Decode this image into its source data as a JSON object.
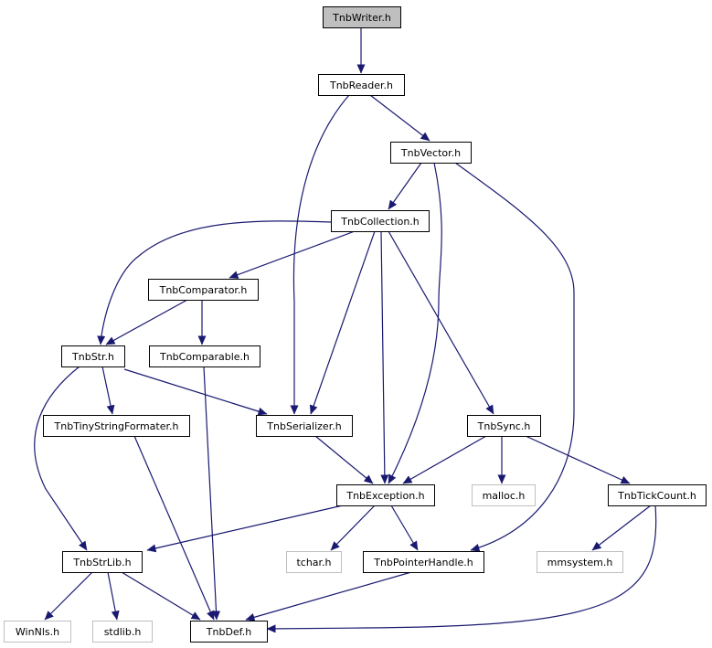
{
  "diagram": {
    "nodes": {
      "writer": {
        "label": "TnbWriter.h",
        "kind": "root"
      },
      "reader": {
        "label": "TnbReader.h",
        "kind": "local"
      },
      "vector": {
        "label": "TnbVector.h",
        "kind": "local"
      },
      "collection": {
        "label": "TnbCollection.h",
        "kind": "local"
      },
      "comparator": {
        "label": "TnbComparator.h",
        "kind": "local"
      },
      "str": {
        "label": "TnbStr.h",
        "kind": "local"
      },
      "comparable": {
        "label": "TnbComparable.h",
        "kind": "local"
      },
      "tinystr": {
        "label": "TnbTinyStringFormater.h",
        "kind": "local"
      },
      "serializer": {
        "label": "TnbSerializer.h",
        "kind": "local"
      },
      "sync": {
        "label": "TnbSync.h",
        "kind": "local"
      },
      "exception": {
        "label": "TnbException.h",
        "kind": "local"
      },
      "malloc": {
        "label": "malloc.h",
        "kind": "system"
      },
      "tickcount": {
        "label": "TnbTickCount.h",
        "kind": "local"
      },
      "strlib": {
        "label": "TnbStrLib.h",
        "kind": "local"
      },
      "tchar": {
        "label": "tchar.h",
        "kind": "system"
      },
      "pointerhandle": {
        "label": "TnbPointerHandle.h",
        "kind": "local"
      },
      "mmsystem": {
        "label": "mmsystem.h",
        "kind": "system"
      },
      "winnls": {
        "label": "WinNls.h",
        "kind": "system"
      },
      "stdlib": {
        "label": "stdlib.h",
        "kind": "system"
      },
      "def": {
        "label": "TnbDef.h",
        "kind": "local"
      }
    },
    "edges": [
      [
        "writer",
        "reader"
      ],
      [
        "reader",
        "vector"
      ],
      [
        "reader",
        "serializer"
      ],
      [
        "vector",
        "collection"
      ],
      [
        "vector",
        "exception"
      ],
      [
        "vector",
        "pointerhandle"
      ],
      [
        "collection",
        "comparator"
      ],
      [
        "collection",
        "str"
      ],
      [
        "collection",
        "serializer"
      ],
      [
        "collection",
        "exception"
      ],
      [
        "collection",
        "sync"
      ],
      [
        "comparator",
        "str"
      ],
      [
        "comparator",
        "comparable"
      ],
      [
        "str",
        "tinystr"
      ],
      [
        "str",
        "serializer"
      ],
      [
        "str",
        "strlib"
      ],
      [
        "comparable",
        "def"
      ],
      [
        "tinystr",
        "def"
      ],
      [
        "serializer",
        "exception"
      ],
      [
        "sync",
        "exception"
      ],
      [
        "sync",
        "malloc"
      ],
      [
        "sync",
        "tickcount"
      ],
      [
        "exception",
        "strlib"
      ],
      [
        "exception",
        "tchar"
      ],
      [
        "exception",
        "pointerhandle"
      ],
      [
        "tickcount",
        "mmsystem"
      ],
      [
        "tickcount",
        "def"
      ],
      [
        "strlib",
        "winnls"
      ],
      [
        "strlib",
        "stdlib"
      ],
      [
        "strlib",
        "def"
      ],
      [
        "pointerhandle",
        "def"
      ]
    ],
    "colors": {
      "edge": "#191970",
      "root_fill": "#bfbfbf",
      "system_border": "#bfbfbf",
      "local_border": "#000000"
    }
  }
}
